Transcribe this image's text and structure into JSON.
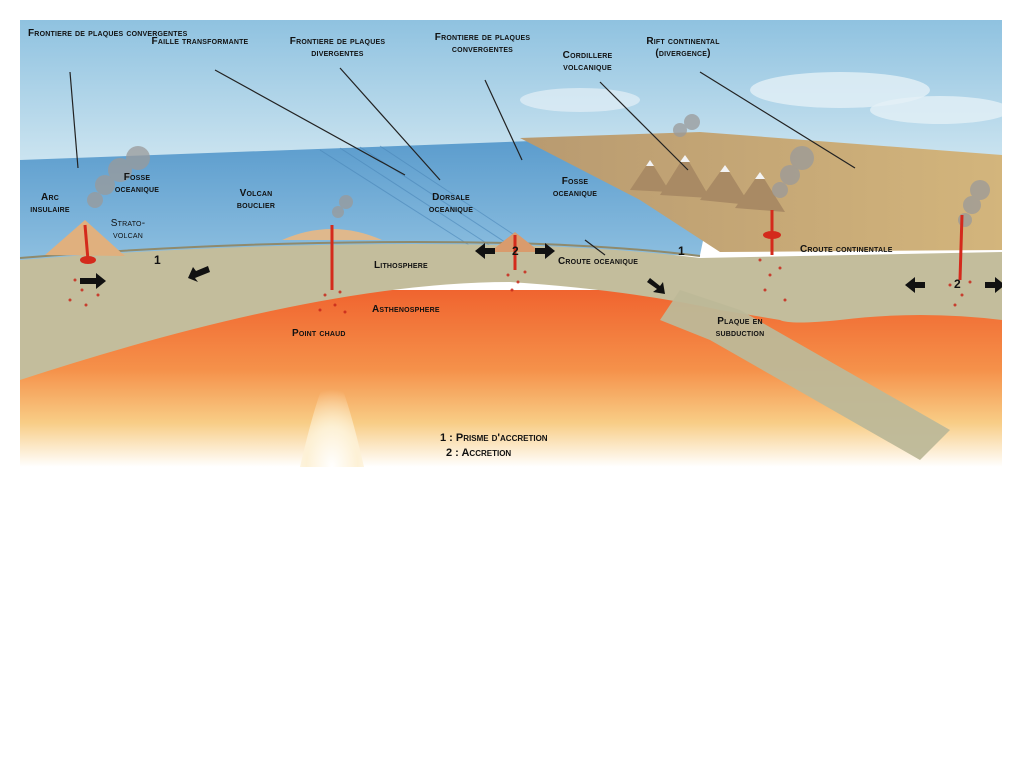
{
  "labels": {
    "frontiere_convergentes_1": "Frontiere de plaques convergentes",
    "faille_transformante": "Faille transformante",
    "frontiere_divergentes": "Frontiere de plaques divergentes",
    "frontiere_convergentes_2": "Frontiere de plaques convergentes",
    "cordillere_volcanique": "Cordillere volcanique",
    "rift_continental": "Rift continental (divergence)",
    "arc_insulaire": "Arc insulaire",
    "fosse_oceanique_1": "Fosse oceanique",
    "strato_volcan": "Strato-volcan",
    "volcan_bouclier": "Volcan bouclier",
    "dorsale_oceanique": "Dorsale oceanique",
    "fosse_oceanique_2": "Fosse oceanique",
    "croute_continentale": "Croute continentale",
    "lithosphere": "Lithosphere",
    "croute_oceanique": "Croute oceanique",
    "asthenosphere": "Asthenosphere",
    "point_chaud": "Point chaud",
    "plaque_en_subduction": "Plaque en subduction"
  },
  "markers": {
    "one": "1",
    "two": "2"
  },
  "legend": {
    "line1": "1 : Prisme d'accretion",
    "line2": "2 : Accretion"
  },
  "colors": {
    "sky": "#9fcbe3",
    "ocean": "#5d9ed0",
    "lithosphere": "#c3bd9c",
    "asthenosphere": "#f2703a",
    "magma": "#d42a1c",
    "land": "#c9a468"
  }
}
